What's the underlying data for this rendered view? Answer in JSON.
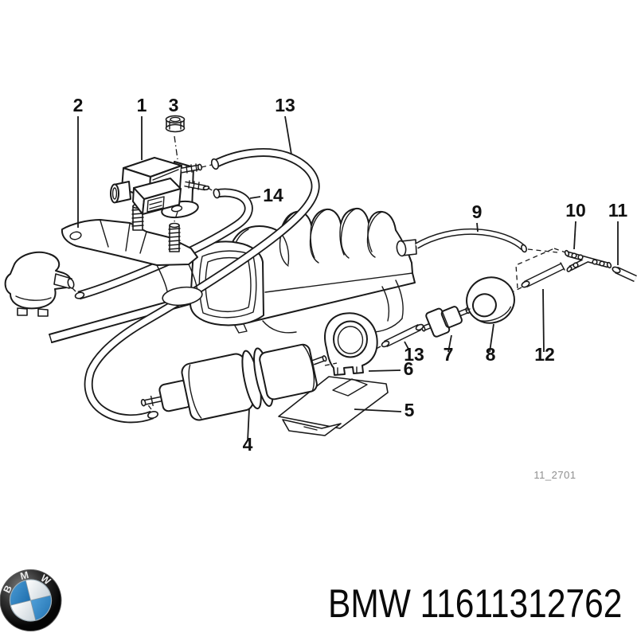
{
  "page": {
    "background": "#ffffff"
  },
  "diagram": {
    "ink_color": "#1a1a1a",
    "labels": [
      {
        "text": "2"
      },
      {
        "text": "1"
      },
      {
        "text": "3"
      },
      {
        "text": "13"
      },
      {
        "text": "14"
      },
      {
        "text": "9"
      },
      {
        "text": "10"
      },
      {
        "text": "11"
      },
      {
        "text": "13"
      },
      {
        "text": "7"
      },
      {
        "text": "8"
      },
      {
        "text": "12"
      },
      {
        "text": "6"
      },
      {
        "text": "5"
      },
      {
        "text": "4"
      }
    ],
    "watermark": {
      "text": "11_2701",
      "color": "#8f8f8f"
    }
  },
  "footer": {
    "caption": "BMW 11611312762"
  },
  "logo": {
    "letters": [
      "B",
      "M",
      "W"
    ],
    "colors": {
      "blue": "#2e7dbe",
      "ring": "#0b0b0b",
      "panel_white": "#eef2f5"
    }
  }
}
